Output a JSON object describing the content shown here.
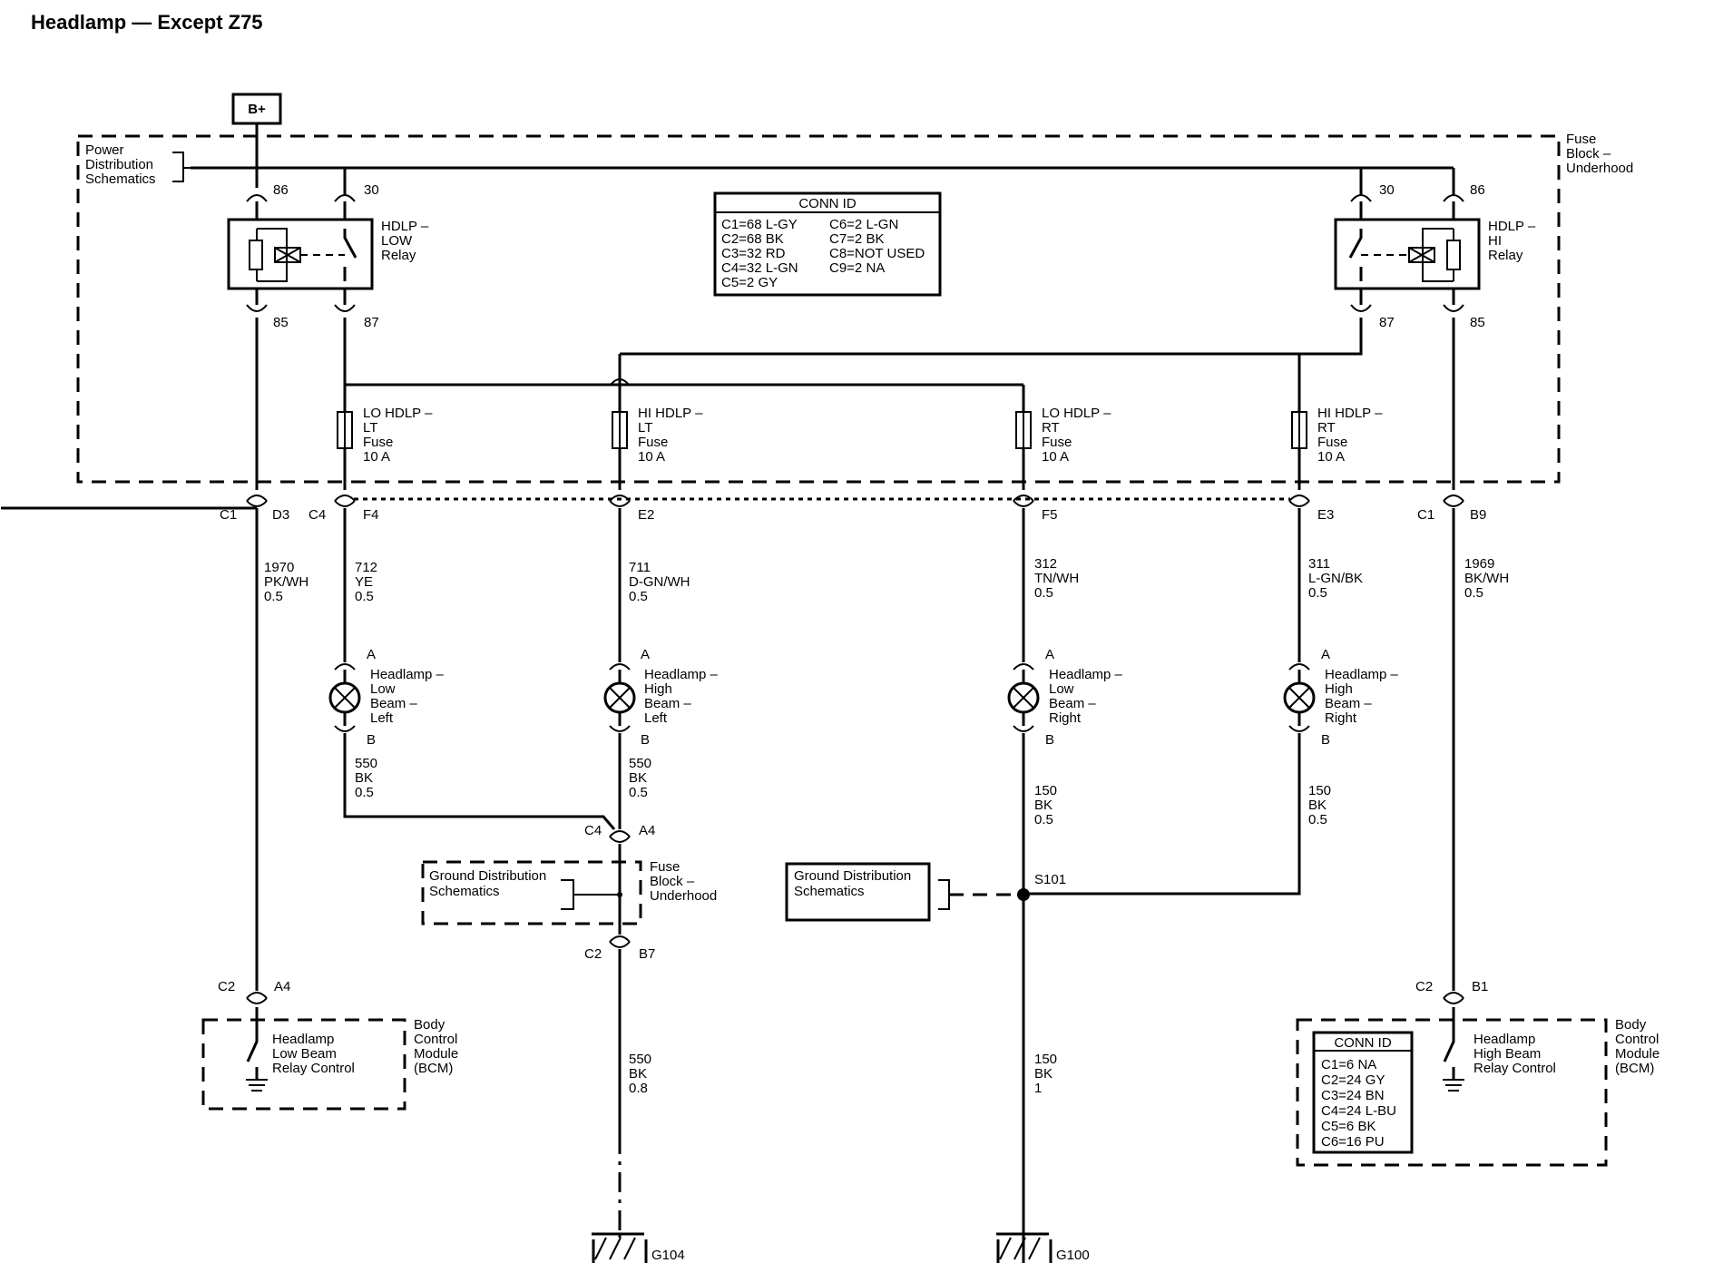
{
  "title": "Headlamp — Except Z75",
  "battery_label": "B+",
  "fuse_block": {
    "line1": "Fuse",
    "line2": "Block –",
    "line3": "Underhood"
  },
  "power_dist": {
    "line1": "Power",
    "line2": "Distribution",
    "line3": "Schematics"
  },
  "relay_low": {
    "line1": "HDLP –",
    "line2": "LOW",
    "line3": "Relay",
    "pin_top_left": "86",
    "pin_top_right": "30",
    "pin_bot_left": "85",
    "pin_bot_right": "87"
  },
  "relay_high": {
    "line1": "HDLP –",
    "line2": "HI",
    "line3": "Relay",
    "pin_top_left": "30",
    "pin_top_right": "86",
    "pin_bot_left": "87",
    "pin_bot_right": "85"
  },
  "conn_id_top": {
    "header": "CONN ID",
    "col1": [
      "C1=68 L-GY",
      "C2=68 BK",
      "C3=32 RD",
      "C4=32 L-GN",
      "C5=2 GY"
    ],
    "col2": [
      "C6=2 L-GN",
      "C7=2 BK",
      "C8=NOT USED",
      "C9=2 NA"
    ]
  },
  "fuses": [
    {
      "l1": "LO HDLP –",
      "l2": "LT",
      "l3": "Fuse",
      "l4": "10 A"
    },
    {
      "l1": "HI HDLP –",
      "l2": "LT",
      "l3": "Fuse",
      "l4": "10 A"
    },
    {
      "l1": "LO HDLP –",
      "l2": "RT",
      "l3": "Fuse",
      "l4": "10 A"
    },
    {
      "l1": "HI HDLP –",
      "l2": "RT",
      "l3": "Fuse",
      "l4": "10 A"
    }
  ],
  "connectors_top": {
    "c1_left": "C1",
    "d3": "D3",
    "c4": "C4",
    "f4": "F4",
    "e2": "E2",
    "f5": "F5",
    "e3": "E3",
    "c1_right": "C1",
    "b9": "B9"
  },
  "wires": {
    "w1970": {
      "num": "1970",
      "color": "PK/WH",
      "size": "0.5"
    },
    "w712": {
      "num": "712",
      "color": "YE",
      "size": "0.5"
    },
    "w711": {
      "num": "711",
      "color": "D-GN/WH",
      "size": "0.5"
    },
    "w312": {
      "num": "312",
      "color": "TN/WH",
      "size": "0.5"
    },
    "w311": {
      "num": "311",
      "color": "L-GN/BK",
      "size": "0.5"
    },
    "w1969": {
      "num": "1969",
      "color": "BK/WH",
      "size": "0.5"
    },
    "w550a": {
      "num": "550",
      "color": "BK",
      "size": "0.5"
    },
    "w550b": {
      "num": "550",
      "color": "BK",
      "size": "0.5"
    },
    "w150a": {
      "num": "150",
      "color": "BK",
      "size": "0.5"
    },
    "w150b": {
      "num": "150",
      "color": "BK",
      "size": "0.5"
    },
    "w550c": {
      "num": "550",
      "color": "BK",
      "size": "0.8"
    },
    "w150c": {
      "num": "150",
      "color": "BK",
      "size": "1"
    }
  },
  "lamps": [
    {
      "l1": "Headlamp –",
      "l2": "Low",
      "l3": "Beam –",
      "l4": "Left"
    },
    {
      "l1": "Headlamp –",
      "l2": "High",
      "l3": "Beam –",
      "l4": "Left"
    },
    {
      "l1": "Headlamp –",
      "l2": "Low",
      "l3": "Beam –",
      "l4": "Right"
    },
    {
      "l1": "Headlamp –",
      "l2": "High",
      "l3": "Beam –",
      "l4": "Right"
    }
  ],
  "pin_a": "A",
  "pin_b": "B",
  "c4a4": {
    "c": "C4",
    "p": "A4"
  },
  "c2b7": {
    "c": "C2",
    "p": "B7"
  },
  "ground_dist": {
    "line1": "Ground Distribution",
    "line2": "Schematics"
  },
  "splice": "S101",
  "ground_g104": "G104",
  "ground_g100": "G100",
  "bcm_left": {
    "conn_c": "C2",
    "conn_p": "A4",
    "l1": "Headlamp",
    "l2": "Low Beam",
    "l3": "Relay Control"
  },
  "bcm_right": {
    "conn_c": "C2",
    "conn_p": "B1",
    "l1": "Headlamp",
    "l2": "High Beam",
    "l3": "Relay Control"
  },
  "bcm_label": {
    "l1": "Body",
    "l2": "Control",
    "l3": "Module",
    "l4": "(BCM)"
  },
  "conn_id_bcm": {
    "header": "CONN ID",
    "rows": [
      "C1=6 NA",
      "C2=24 GY",
      "C3=24 BN",
      "C4=24 L-BU",
      "C5=6 BK",
      "C6=16 PU"
    ]
  }
}
